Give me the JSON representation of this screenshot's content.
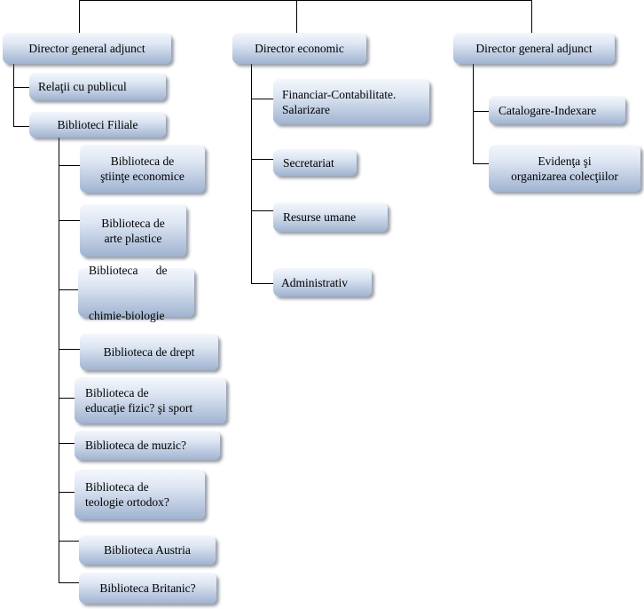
{
  "colors": {
    "line": "#000000",
    "box_top": "#f4f7fc",
    "box_bottom": "#9fb3d0"
  },
  "col1": {
    "head": "Director general  adjunct",
    "relatii": "Relaţii cu publicul",
    "filiale": "Biblioteci Filiale",
    "branches": [
      [
        "Biblioteca de",
        "ştiinţe economice"
      ],
      [
        "Biblioteca de",
        "arte plastice"
      ],
      [
        "Biblioteca      de",
        "chimie-biologie"
      ],
      [
        "Biblioteca de drept"
      ],
      [
        "Biblioteca de",
        "educaţie fizic? şi sport"
      ],
      [
        "Biblioteca de muzic?"
      ],
      [
        "Biblioteca de",
        "teologie ortodox?"
      ],
      [
        "Biblioteca Austria"
      ],
      [
        "Biblioteca Britanic?"
      ]
    ]
  },
  "col2": {
    "head": "Director economic",
    "items": [
      [
        "Financiar-Contabilitate.",
        "Salarizare"
      ],
      [
        "Secretariat"
      ],
      [
        "Resurse umane"
      ],
      [
        "Administrativ"
      ]
    ]
  },
  "col3": {
    "head": "Director general  adjunct",
    "items": [
      [
        "Catalogare-Indexare"
      ],
      [
        "Evidenţa şi",
        "organizarea colecţiilor"
      ]
    ]
  }
}
